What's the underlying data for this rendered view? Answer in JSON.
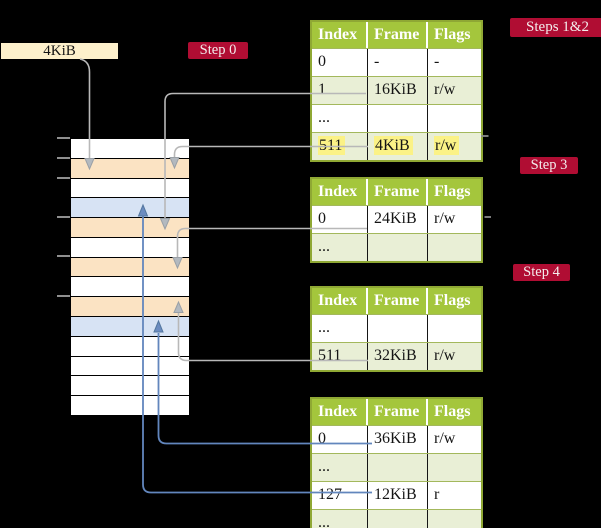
{
  "colors": {
    "background": "#000000",
    "step_label_bg": "#b00d33",
    "step_label_text": "#f3ecec",
    "table_header_bg": "#a4c63c",
    "table_header_text": "#ffffff",
    "table_stripe_green": "#e9efd6",
    "table_border_olive": "#8fa834",
    "highlight_yellow": "#fbf286",
    "frame_box_bg": "#fdf0cb",
    "memory_row_orange": "#fbe3c3",
    "memory_row_blue": "#d7e3f4",
    "gray_connector": "#b8b8b8",
    "blue_connector": "#6286bd"
  },
  "frame_box": {
    "label": "4KiB"
  },
  "step_labels": {
    "step0": "Step 0",
    "steps12": "Steps 1&2",
    "step3": "Step 3",
    "step4": "Step 4"
  },
  "table_headers": [
    "Index",
    "Frame",
    "Flags"
  ],
  "tables": [
    {
      "rows": [
        {
          "index": "0",
          "frame": "-",
          "flags": "-"
        },
        {
          "index": "1",
          "frame": "16KiB",
          "flags": "r/w"
        },
        {
          "index": "...",
          "frame": "",
          "flags": ""
        },
        {
          "index": "511",
          "frame": "4KiB",
          "flags": "r/w",
          "highlighted": true
        }
      ]
    },
    {
      "rows": [
        {
          "index": "0",
          "frame": "24KiB",
          "flags": "r/w"
        },
        {
          "index": "...",
          "frame": "",
          "flags": ""
        }
      ]
    },
    {
      "rows": [
        {
          "index": "...",
          "frame": "",
          "flags": ""
        },
        {
          "index": "511",
          "frame": "32KiB",
          "flags": "r/w"
        }
      ]
    },
    {
      "rows": [
        {
          "index": "0",
          "frame": "36KiB",
          "flags": "r/w"
        },
        {
          "index": "...",
          "frame": "",
          "flags": ""
        },
        {
          "index": "127",
          "frame": "12KiB",
          "flags": "r"
        },
        {
          "index": "...",
          "frame": "",
          "flags": ""
        }
      ]
    }
  ],
  "memory": {
    "row_colors": [
      "white",
      "orange",
      "white",
      "blue",
      "orange",
      "white",
      "orange",
      "white",
      "orange",
      "blue",
      "white",
      "white",
      "white",
      "white"
    ]
  }
}
